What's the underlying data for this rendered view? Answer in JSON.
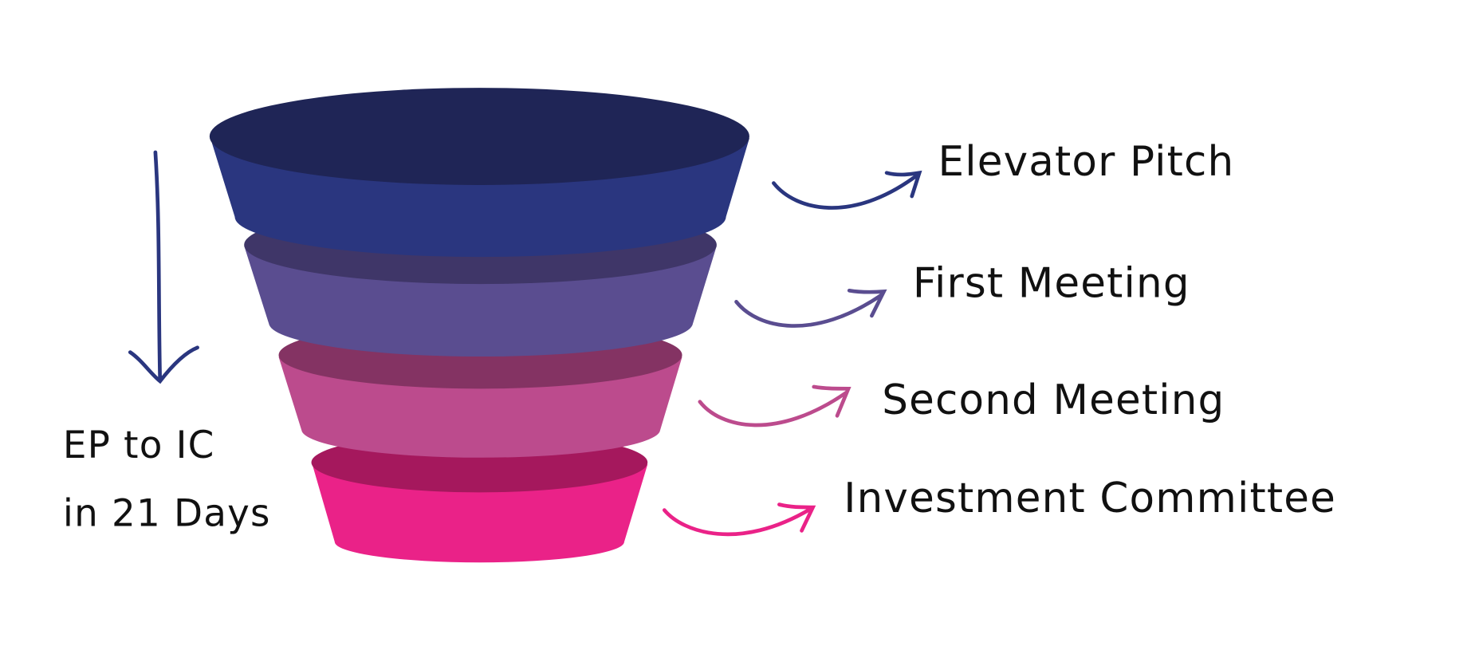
{
  "stages": [
    {
      "label": "Elevator Pitch",
      "top_color": "#1f2556",
      "body_color": "#2a367f"
    },
    {
      "label": "First Meeting",
      "top_color": "#3f3668",
      "body_color": "#5a4d90"
    },
    {
      "label": "Second Meeting",
      "top_color": "#843363",
      "body_color": "#bc4b8d"
    },
    {
      "label": "Investment Committee",
      "top_color": "#a5185d",
      "body_color": "#ea2288"
    }
  ],
  "side_note": {
    "line1": "EP to IC",
    "line2": "in 21 Days",
    "arrow_color": "#2a367f"
  }
}
